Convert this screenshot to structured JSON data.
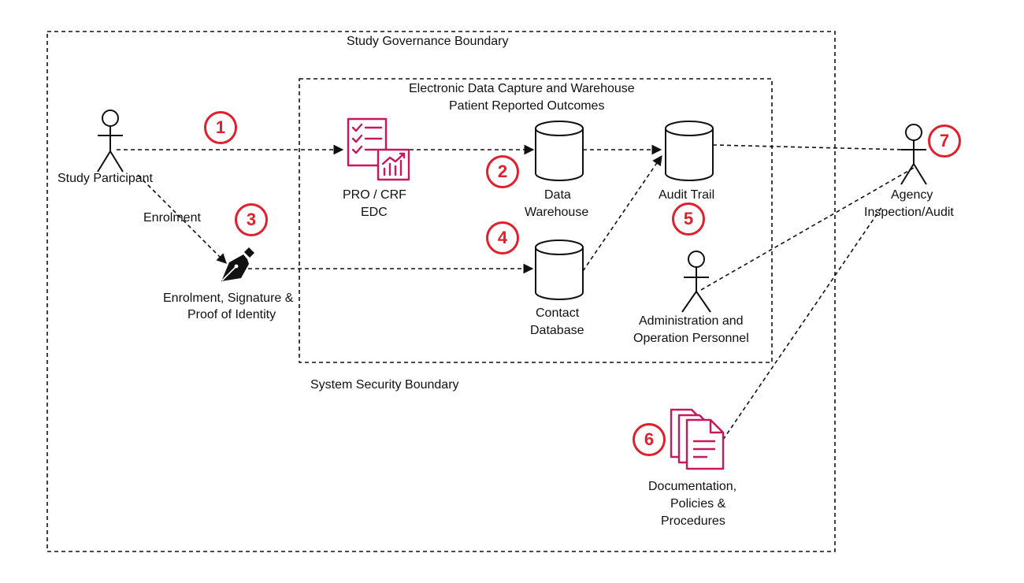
{
  "boundaries": {
    "governance": "Study Governance Boundary",
    "security": "System Security Boundary",
    "edc_title_line1": "Electronic Data Capture and Warehouse",
    "edc_title_line2": "Patient Reported Outcomes"
  },
  "nodes": {
    "study_participant": "Study Participant",
    "enrolment_edge": "Enrolment",
    "enrolment_line1": "Enrolment, Signature &",
    "enrolment_line2": "Proof of Identity",
    "pro_line1": "PRO / CRF",
    "pro_line2": "EDC",
    "data_line1": "Data",
    "data_line2": "Warehouse",
    "audit_trail": "Audit Trail",
    "contact_line1": "Contact",
    "contact_line2": "Database",
    "admin_line1": "Administration and",
    "admin_line2": "Operation Personnel",
    "agency_line1": "Agency",
    "agency_line2": "Inspection/Audit",
    "docs_line1": "Documentation,",
    "docs_line2": "Policies &",
    "docs_line3": "Procedures"
  },
  "badges": [
    "1",
    "2",
    "3",
    "4",
    "5",
    "6",
    "7"
  ],
  "icons": {
    "actor": "stick-figure-icon",
    "database": "database-cylinder-icon",
    "form": "checklist-chart-icon",
    "pen": "fountain-pen-icon",
    "documents": "document-stack-icon"
  },
  "colors": {
    "badge": "#e0202c",
    "accent": "#c7175d",
    "line": "#111111"
  }
}
